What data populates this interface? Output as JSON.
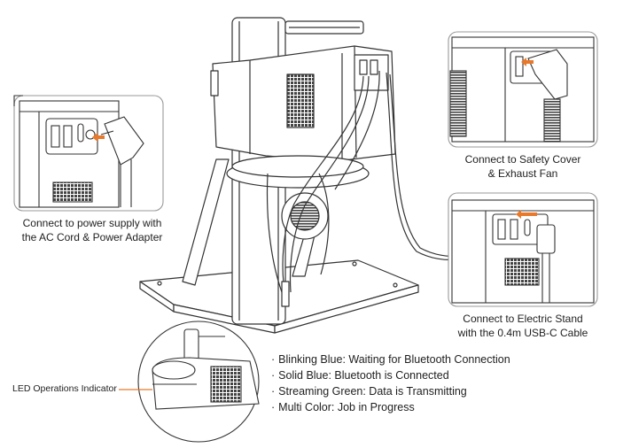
{
  "callouts": {
    "power": [
      "Connect to power supply with",
      "the AC Cord & Power Adapter"
    ],
    "safety": [
      "Connect to Safety Cover",
      "& Exhaust Fan"
    ],
    "stand": [
      "Connect to Electric Stand",
      "with the 0.4m USB-C Cable"
    ],
    "led": "LED Operations Indicator"
  },
  "led_states": [
    "Blinking Blue: Waiting for Bluetooth Connection",
    "Solid Blue: Bluetooth is Connected",
    "Streaming Green: Data is Transmitting",
    "Multi Color: Job in Progress"
  ],
  "colors": {
    "line": "#333333",
    "arrow": "#e8792b",
    "panel_border": "#999999",
    "grille": "#444444"
  }
}
